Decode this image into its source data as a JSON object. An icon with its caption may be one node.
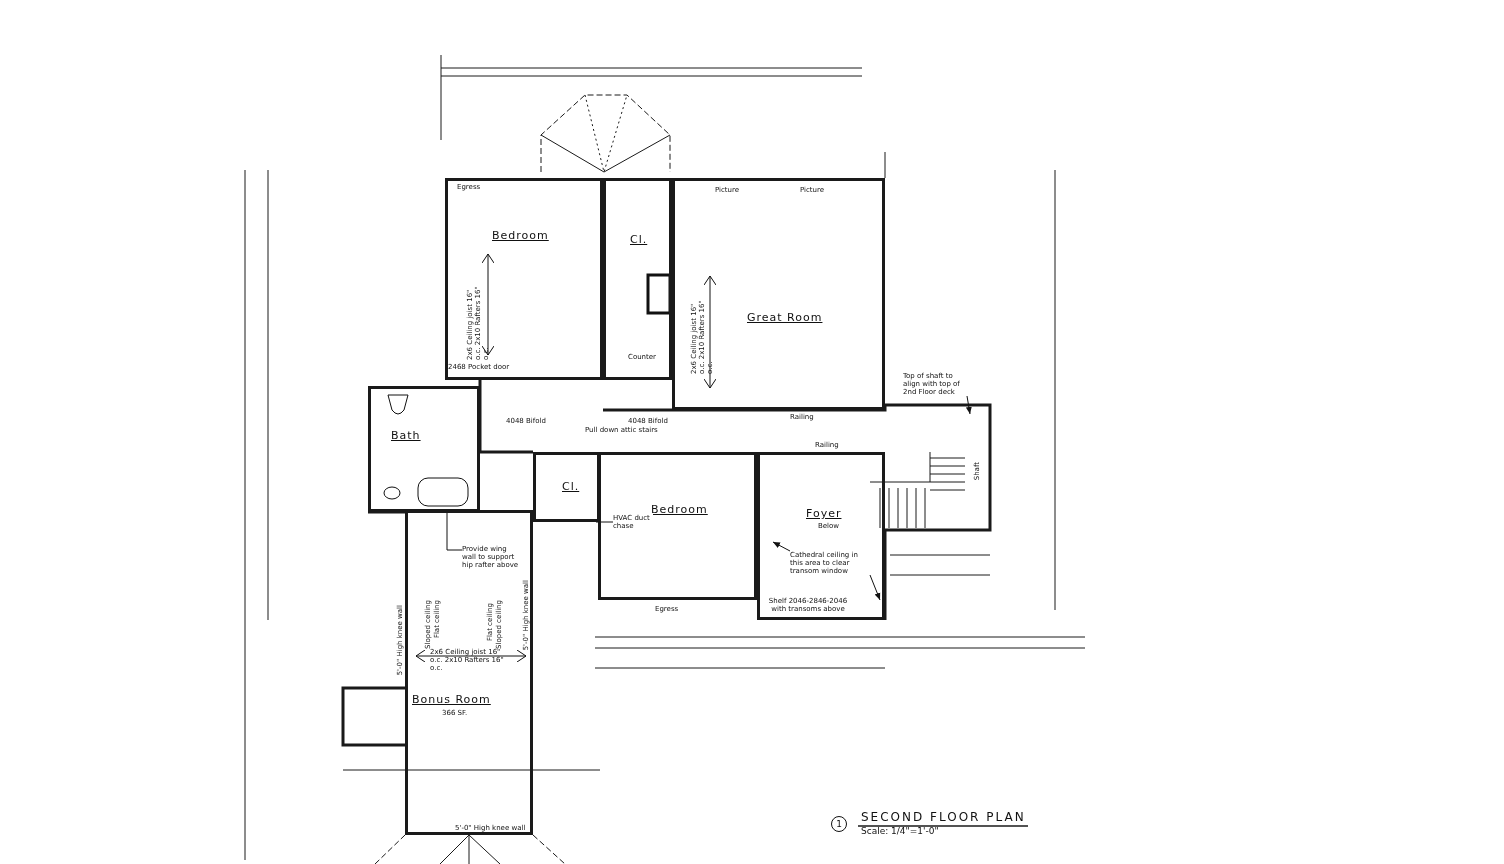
{
  "diagram": {
    "title": "SECOND FLOOR PLAN",
    "nodes": [
      {
        "text": [
          "Bedroom"
        ]
      },
      {
        "text": [
          "Cl."
        ]
      },
      {
        "text": [
          "Great Room"
        ]
      },
      {
        "text": [
          "Bath"
        ]
      },
      {
        "text": [
          "Cl."
        ]
      },
      {
        "text": [
          "Bedroom"
        ]
      },
      {
        "text": [
          "Foyer",
          "Below"
        ]
      },
      {
        "text": [
          "Bonus Room",
          "366 SF."
        ]
      },
      {
        "text": [
          "Top of shaft to align with top of 2nd Floor deck"
        ]
      },
      {
        "text": [
          "Provide wing wall to support hip rafter above"
        ],
        "in": 7
      },
      {
        "text": [
          "HVAC duct chase"
        ],
        "in": 5
      },
      {
        "text": [
          "Cathedral ceiling in this area to clear transom window"
        ],
        "in": 6
      }
    ],
    "edges": [
      {
        "from": 8,
        "to": null,
        "arrow": "to"
      },
      {
        "from": 9,
        "to": 7,
        "arrow": "none"
      },
      {
        "from": 10,
        "to": 4,
        "arrow": "none"
      },
      {
        "from": 11,
        "to": null,
        "arrow": "to"
      },
      {
        "from": 11,
        "to": null,
        "arrow": "to"
      }
    ],
    "labels": [
      "Egress",
      "Picture",
      "Picture",
      "2x6 Ceiling joist 16\" o.c. 2x10 Rafters 16\" o.c.",
      "2x6 Ceiling joist 16\" o.c. 2x10 Rafters 16\" o.c.",
      "Counter",
      "2468 Pocket door",
      "4048 Bifold",
      "4048 Bifold",
      "Railing",
      "Pull down attic stairs",
      "Railing",
      "Shaft",
      "Egress",
      "Shelf 2046-2846-2046 with transoms above",
      "5'-0\" High knee wall",
      "Sloped ceiling",
      "Flat ceiling",
      "Flat ceiling",
      "Sloped ceiling",
      "5'-0\" High knee wall",
      "2x6 Ceiling joist 16\" o.c. 2x10 Rafters 16\" o.c.",
      "5'-0\" High knee wall",
      "1",
      "Scale: 1/4\"=1'-0\""
    ]
  }
}
